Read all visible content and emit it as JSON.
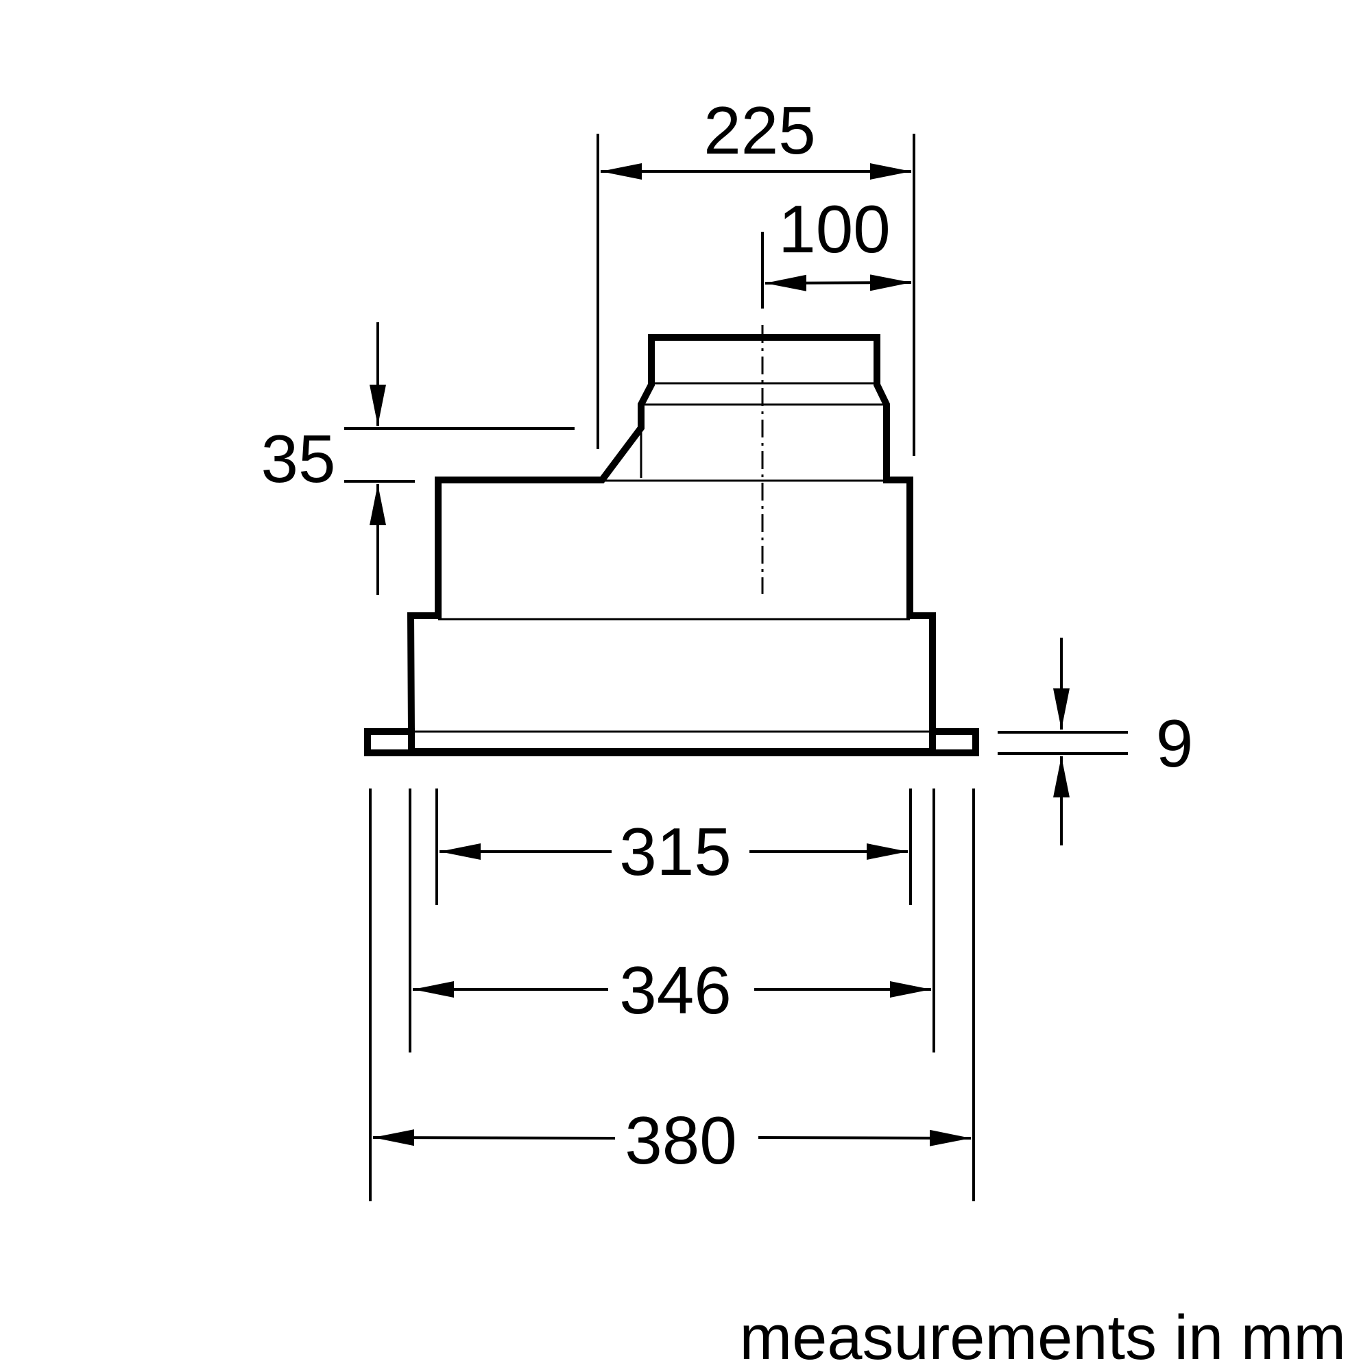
{
  "diagram": {
    "dimensions": {
      "top_width": "225",
      "offset_width": "100",
      "step_height": "35",
      "flange_thickness": "9",
      "inner_width": "315",
      "middle_width": "346",
      "outer_width": "380"
    },
    "footer": "measurements in mm",
    "colors": {
      "stroke": "#000000",
      "background": "#ffffff"
    }
  }
}
